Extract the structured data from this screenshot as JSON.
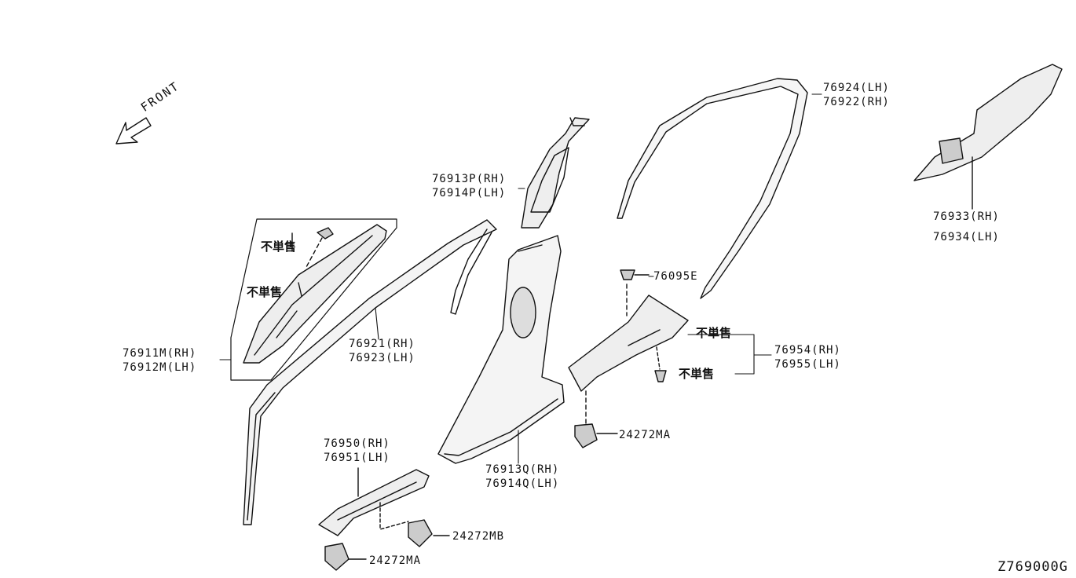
{
  "diagram": {
    "front_label": "FRONT",
    "code": "Z769000G",
    "not_sold_separately": "不単售",
    "parts": {
      "p76924": "76924(LH)",
      "p76922": "76922(RH)",
      "p76933": "76933(RH)",
      "p76934": "76934(LH)",
      "p76913p": "76913P(RH)",
      "p76914p": "76914P(LH)",
      "p76095e": "76095E",
      "p76911m": "76911M(RH)",
      "p76912m": "76912M(LH)",
      "p76921": "76921(RH)",
      "p76923": "76923(LH)",
      "p76954": "76954(RH)",
      "p76955": "76955(LH)",
      "p24272ma_top": "24272MA",
      "p76950": "76950(RH)",
      "p76951": "76951(LH)",
      "p76913q": "76913Q(RH)",
      "p76914q": "76914Q(LH)",
      "p24272mb": "24272MB",
      "p24272ma_bottom": "24272MA"
    }
  }
}
